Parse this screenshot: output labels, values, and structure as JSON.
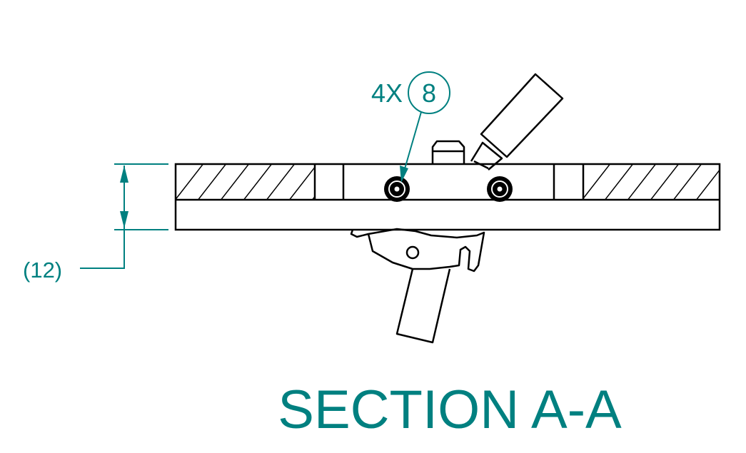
{
  "colors": {
    "annotation": "#008080",
    "geometry": "#000000",
    "background": "#ffffff"
  },
  "callout": {
    "quantity": "4X",
    "balloon_number": "8"
  },
  "dimension": {
    "thickness_label": "(12)"
  },
  "view": {
    "title": "SECTION A-A"
  }
}
